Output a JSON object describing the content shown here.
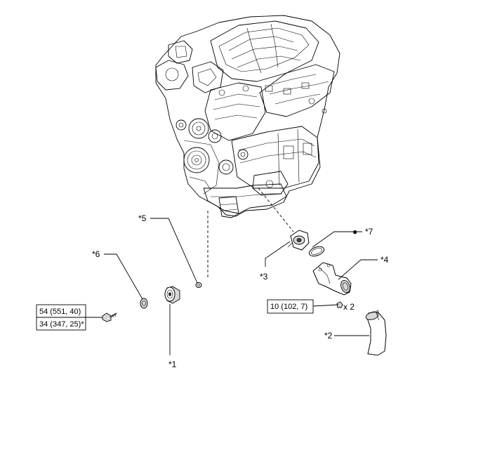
{
  "callouts": {
    "c1": "*1",
    "c2": "*2",
    "c3": "*3",
    "c4": "*4",
    "c5": "*5",
    "c6": "*6",
    "c7": "*7"
  },
  "torque": {
    "bolt_line1": "54 (551, 40)",
    "bolt_line2": "34 (347, 25)*",
    "nut": "10 (102, 7)"
  },
  "quantity": "x 2",
  "non_reusable_symbol": "●"
}
